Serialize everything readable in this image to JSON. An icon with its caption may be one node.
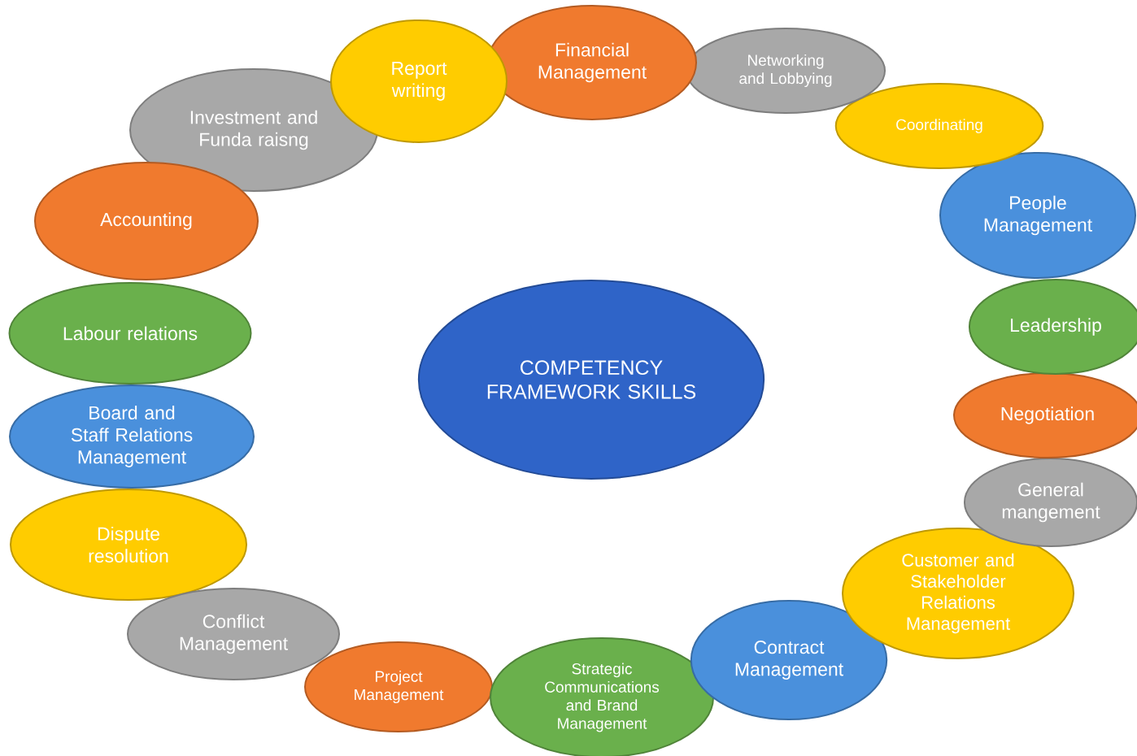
{
  "diagram": {
    "nodes": [
      {
        "text": [
          "COMPETENCY FRAMEWORK SKILLS"
        ]
      },
      {
        "text": [
          "Report writing"
        ]
      },
      {
        "text": [
          "Financial Management"
        ]
      },
      {
        "text": [
          "Networking and Lobbying"
        ]
      },
      {
        "text": [
          "Coordinating"
        ]
      },
      {
        "text": [
          "People Management"
        ]
      },
      {
        "text": [
          "Leadership"
        ]
      },
      {
        "text": [
          "Negotiation"
        ]
      },
      {
        "text": [
          "General mangement"
        ]
      },
      {
        "text": [
          "Customer and Stakeholder Relations Management"
        ]
      },
      {
        "text": [
          "Contract Management"
        ]
      },
      {
        "text": [
          "Strategic Communications and Brand Management"
        ]
      },
      {
        "text": [
          "Project Management"
        ]
      },
      {
        "text": [
          "Conflict Management"
        ]
      },
      {
        "text": [
          "Dispute resolution"
        ]
      },
      {
        "text": [
          "Board and Staff Relations Management"
        ]
      },
      {
        "text": [
          "Labour relations"
        ]
      },
      {
        "text": [
          "Accounting"
        ]
      },
      {
        "text": [
          "Investment and Funda raisng"
        ]
      }
    ]
  }
}
